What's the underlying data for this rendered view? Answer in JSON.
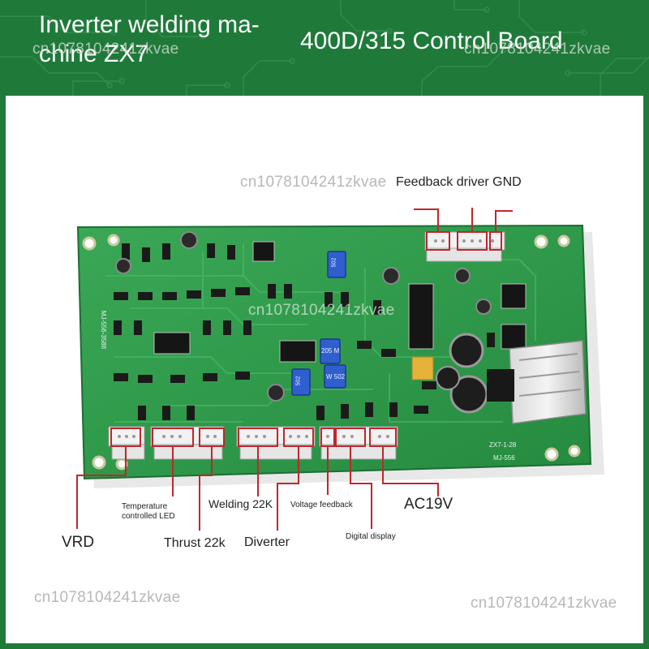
{
  "banner": {
    "title_line1": "Inverter welding ma-",
    "title_line2": "chine ZX7",
    "title_right": "400D/315 Control Board"
  },
  "watermark": "cn1078104241zkvae",
  "board_markings": {
    "model_left": "MJ-556-3588",
    "model_right_1": "ZX7-1-28",
    "model_right_2": "MJ-556",
    "pot_1": "502",
    "pot_2": "205 M",
    "pot_3": "W 502",
    "pot_4": "502"
  },
  "callouts": {
    "feedback": "Feedback driver GND",
    "vrd": "VRD",
    "temp_led_1": "Temperature",
    "temp_led_2": "controlled LED",
    "thrust": "Thrust 22k",
    "welding": "Welding 22K",
    "diverter": "Diverter",
    "voltage_feedback": "Voltage feedback",
    "digital_display": "Digital display",
    "ac19v": "AC19V"
  },
  "colors": {
    "brand_green": "#1f7a3a",
    "pcb_green": "#2f9a4a",
    "callout_red": "#c0262c"
  }
}
